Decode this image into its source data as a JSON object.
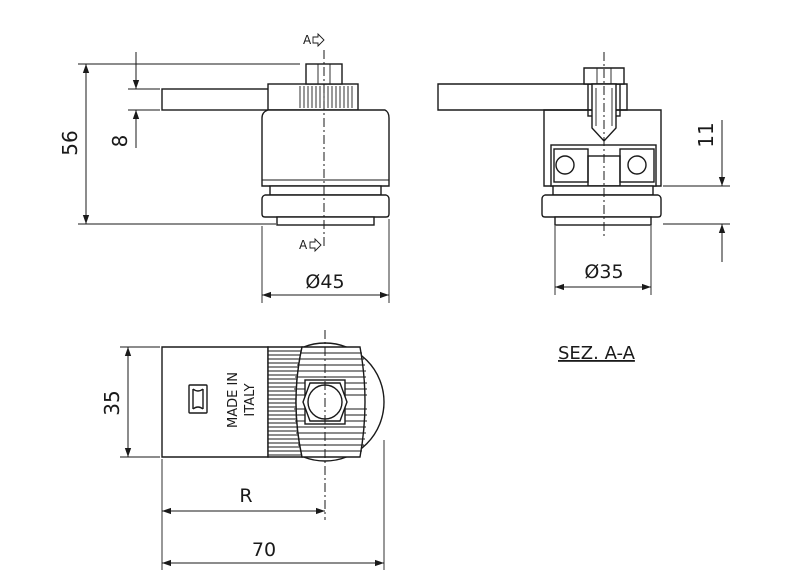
{
  "dimensions": {
    "height_56": "56",
    "thickness_8": "8",
    "diameter_45": "Ø45",
    "diameter_35": "Ø35",
    "height_11": "11",
    "width_35": "35",
    "radius_r": "R",
    "length_70": "70"
  },
  "section": {
    "marker_top": "A",
    "marker_bottom": "A",
    "title": "SEZ. A-A"
  },
  "label": {
    "line1": "MADE IN",
    "line2": "ITALY"
  }
}
